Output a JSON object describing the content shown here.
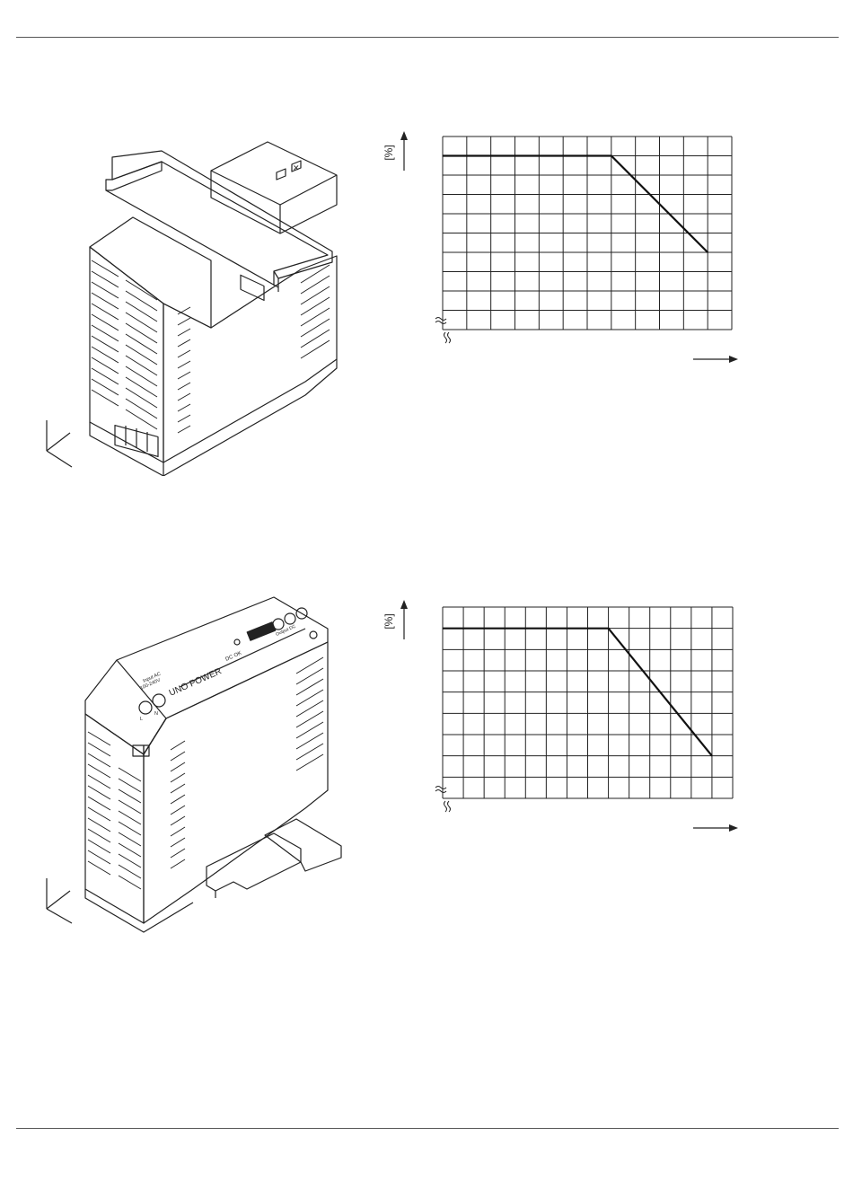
{
  "device_top": {
    "label_marks": [
      "✕"
    ]
  },
  "device_bottom": {
    "brand": "UNO POWER",
    "status": "DC OK",
    "input_label": "Input AC",
    "input_range": "100-240V",
    "terminal_l": "L",
    "terminal_n": "N",
    "output_label": "Output DC"
  },
  "chart_data": [
    {
      "type": "line",
      "ylabel": "[%]",
      "x_divisions": 12,
      "y_divisions": 10,
      "y_axis_break": true,
      "grid": true,
      "series": [
        {
          "points": [
            [
              0,
              9
            ],
            [
              7,
              9
            ],
            [
              11,
              4
            ]
          ]
        }
      ]
    },
    {
      "type": "line",
      "ylabel": "[%]",
      "x_divisions": 14,
      "y_divisions": 9,
      "y_axis_break": true,
      "grid": true,
      "series": [
        {
          "points": [
            [
              0,
              8
            ],
            [
              8,
              8
            ],
            [
              13,
              2
            ]
          ]
        }
      ]
    }
  ]
}
